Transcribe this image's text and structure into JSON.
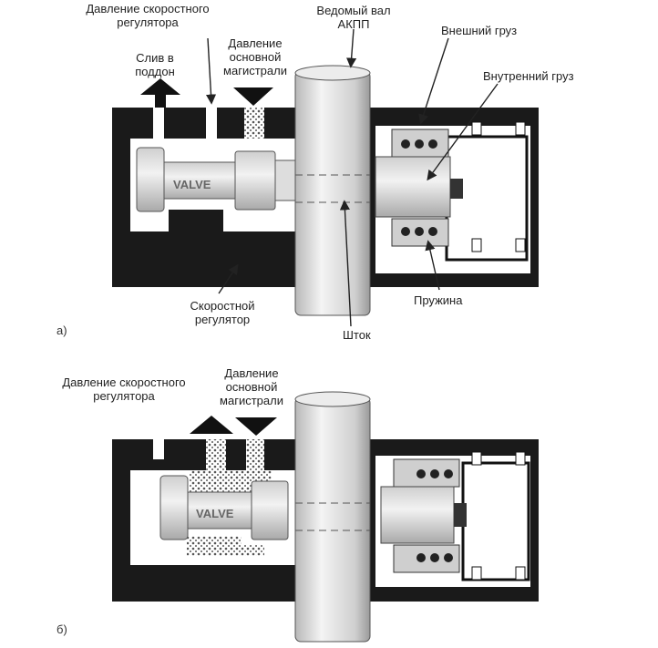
{
  "panel_a": {
    "letter": "а)",
    "labels": {
      "governor_pressure": [
        "Давление скоростного",
        "регулятора"
      ],
      "drain_to_pan": [
        "Слив в",
        "поддон"
      ],
      "line_pressure": [
        "Давление",
        "основной",
        "магистрали"
      ],
      "output_shaft": [
        "Ведомый вал",
        "АКПП"
      ],
      "outer_weight": "Внешний груз",
      "inner_weight": "Внутренний груз",
      "spring": "Пружина",
      "governor": [
        "Скоростной",
        "регулятор"
      ],
      "stem": "Шток"
    },
    "valve_text": "VALVE"
  },
  "panel_b": {
    "letter": "б)",
    "labels": {
      "governor_pressure": [
        "Давление скоростного",
        "регулятора"
      ],
      "line_pressure": [
        "Давление",
        "основной",
        "магистрали"
      ]
    },
    "valve_text": "VALVE"
  },
  "colors": {
    "housing": "#1a1a1a",
    "metal": "#e8e8e8",
    "fluid": "#bdbdbd",
    "line": "#333333"
  }
}
